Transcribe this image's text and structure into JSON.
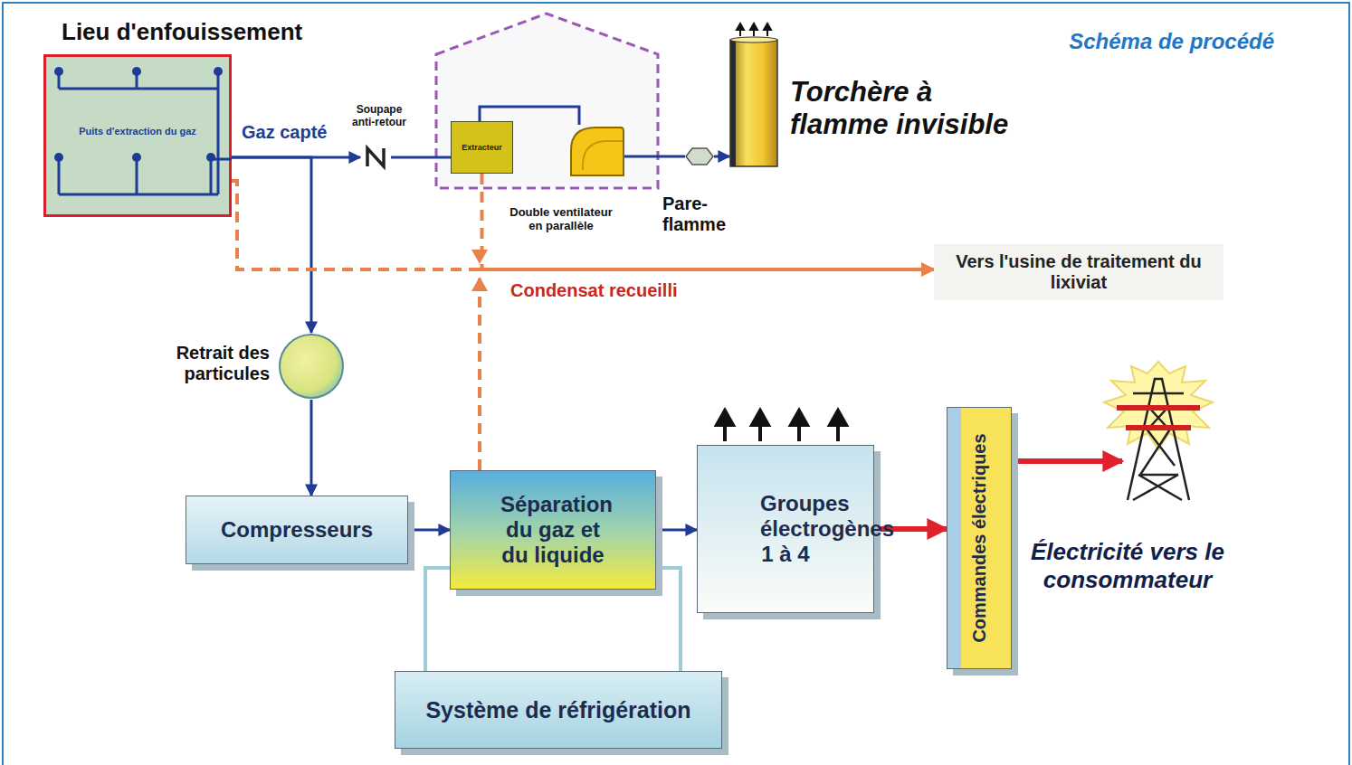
{
  "diagram": {
    "title": "Schéma de procédé",
    "nodes": [
      {
        "text": [
          "Lieu d'enfouissement",
          "Puits d'extraction du gaz"
        ]
      },
      {
        "text": [
          "Soupape anti-retour"
        ]
      },
      {
        "text": [
          "Extracteur"
        ]
      },
      {
        "text": [
          "Double ventilateur en parallèle"
        ]
      },
      {
        "text": [
          "Pare- flamme"
        ]
      },
      {
        "text": [
          "Torchère à flamme invisible"
        ]
      },
      {
        "text": [
          "Vers l'usine de traitement du lixiviat"
        ]
      },
      {
        "text": [
          "Retrait des particules"
        ]
      },
      {
        "text": [
          "Compresseurs"
        ]
      },
      {
        "text": [
          "Séparation du gaz et du liquide"
        ]
      },
      {
        "text": [
          "Groupes électrogènes 1 à 4"
        ]
      },
      {
        "text": [
          "Commandes électriques"
        ]
      },
      {
        "text": [
          "Électricité vers le consommateur"
        ]
      },
      {
        "text": [
          "Système de réfrigération"
        ]
      }
    ],
    "edges": [
      {
        "from": 0,
        "to": 1,
        "label": "Gaz capté",
        "arrow": "to"
      },
      {
        "from": 0,
        "to": 7,
        "arrow": "to"
      },
      {
        "from": 1,
        "to": 2,
        "arrow": "none"
      },
      {
        "from": 2,
        "to": 3,
        "arrow": "none"
      },
      {
        "from": 3,
        "to": 4,
        "arrow": "none"
      },
      {
        "from": 4,
        "to": 5,
        "arrow": "to"
      },
      {
        "from": 0,
        "to": 6,
        "arrow": "to"
      },
      {
        "from": 2,
        "to": 6,
        "arrow": "to"
      },
      {
        "from": 9,
        "to": 6,
        "arrow": "to"
      },
      {
        "from": 7,
        "to": 8,
        "arrow": "to"
      },
      {
        "from": 8,
        "to": 9,
        "arrow": "to"
      },
      {
        "from": 9,
        "to": 10,
        "arrow": "to"
      },
      {
        "from": 10,
        "to": 11,
        "arrow": "to"
      },
      {
        "from": 11,
        "to": 12,
        "arrow": "to"
      },
      {
        "from": 9,
        "to": 13,
        "arrow": "none"
      },
      {
        "from": 9,
        "to": 13,
        "arrow": "none"
      }
    ],
    "labels": [
      "Condensat recueilli"
    ]
  }
}
